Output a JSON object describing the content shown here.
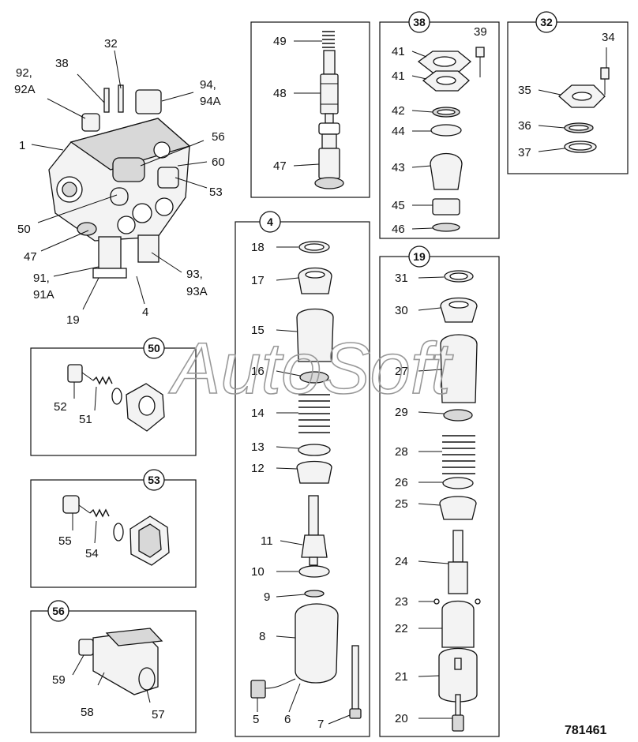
{
  "watermark": "AutoSoft",
  "reference_number": "781461",
  "groups": {
    "g38": "38",
    "g32": "32",
    "g4": "4",
    "g19": "19",
    "g50": "50",
    "g53": "53",
    "g56": "56"
  },
  "labels": {
    "l92": "92,",
    "l92A": "92A",
    "l38": "38",
    "l32": "32",
    "l94": "94,",
    "l94A": "94A",
    "l1": "1",
    "l56": "56",
    "l60": "60",
    "l53": "53",
    "l50": "50",
    "l47": "47",
    "l91": "91,",
    "l91A": "91A",
    "l93": "93,",
    "l93A": "93A",
    "l19": "19",
    "l4": "4",
    "b50_52": "52",
    "b50_51": "51",
    "b53_55": "55",
    "b53_54": "54",
    "b56_59": "59",
    "b56_58": "58",
    "b56_57": "57",
    "s_49": "49",
    "s_48": "48",
    "s_47": "47",
    "t_39": "39",
    "t_41a": "41",
    "t_41b": "41",
    "t_42": "42",
    "t_44": "44",
    "t_43": "43",
    "t_45": "45",
    "t_46": "46",
    "u_34": "34",
    "u_35": "35",
    "u_36": "36",
    "u_37": "37",
    "v_18": "18",
    "v_17": "17",
    "v_15": "15",
    "v_16": "16",
    "v_14": "14",
    "v_13": "13",
    "v_12": "12",
    "v_11": "11",
    "v_10": "10",
    "v_9": "9",
    "v_8": "8",
    "v_5": "5",
    "v_6": "6",
    "v_7": "7",
    "w_31": "31",
    "w_30": "30",
    "w_27": "27",
    "w_29": "29",
    "w_28": "28",
    "w_26": "26",
    "w_25": "25",
    "w_24": "24",
    "w_23": "23",
    "w_22": "22",
    "w_21": "21",
    "w_20": "20"
  }
}
